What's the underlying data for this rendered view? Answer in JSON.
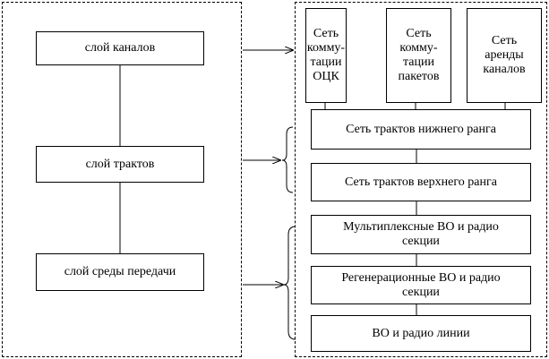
{
  "left_panel": {
    "layers": [
      {
        "label": "слой каналов"
      },
      {
        "label": "слой трактов"
      },
      {
        "label": "слой среды передачи"
      }
    ]
  },
  "right_panel": {
    "switching_networks": [
      {
        "label": "Сеть\nкомму-\nтации\nОЦК"
      },
      {
        "label": "Сеть\nкомму-\nтации\nпакетов"
      },
      {
        "label": "Сеть\nаренды\nканалов"
      }
    ],
    "path_networks": [
      {
        "label": "Сеть трактов нижнего ранга"
      },
      {
        "label": "Сеть трактов верхнего ранга"
      }
    ],
    "media_networks": [
      {
        "label": "Мультиплексные ВО и радио\nсекции"
      },
      {
        "label": "Регенерационные ВО и радио\nсекции"
      },
      {
        "label": "ВО и радио линии"
      }
    ]
  }
}
